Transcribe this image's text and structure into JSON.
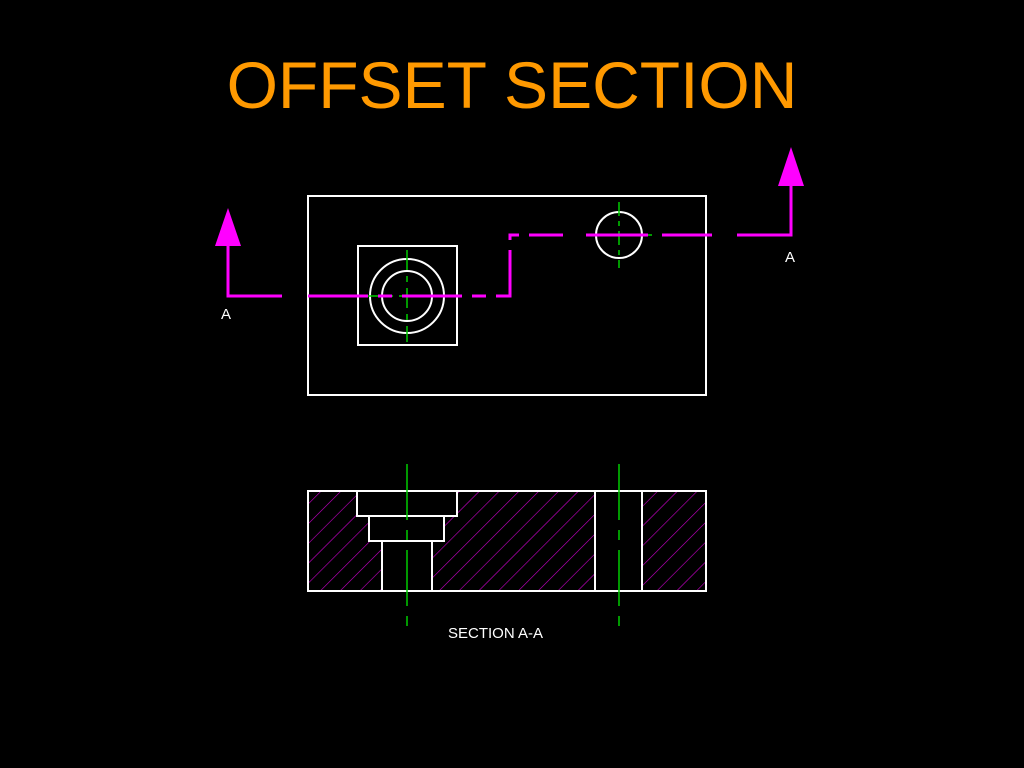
{
  "title": "OFFSET SECTION",
  "cutting_plane_label_left": "A",
  "cutting_plane_label_right": "A",
  "section_caption": "SECTION A-A",
  "colors": {
    "title": "#ff9900",
    "background": "#000000",
    "object_lines": "#ffffff",
    "cutting_plane": "#ff00ff",
    "center_lines": "#00cc00",
    "hatch": "#cc00cc"
  }
}
